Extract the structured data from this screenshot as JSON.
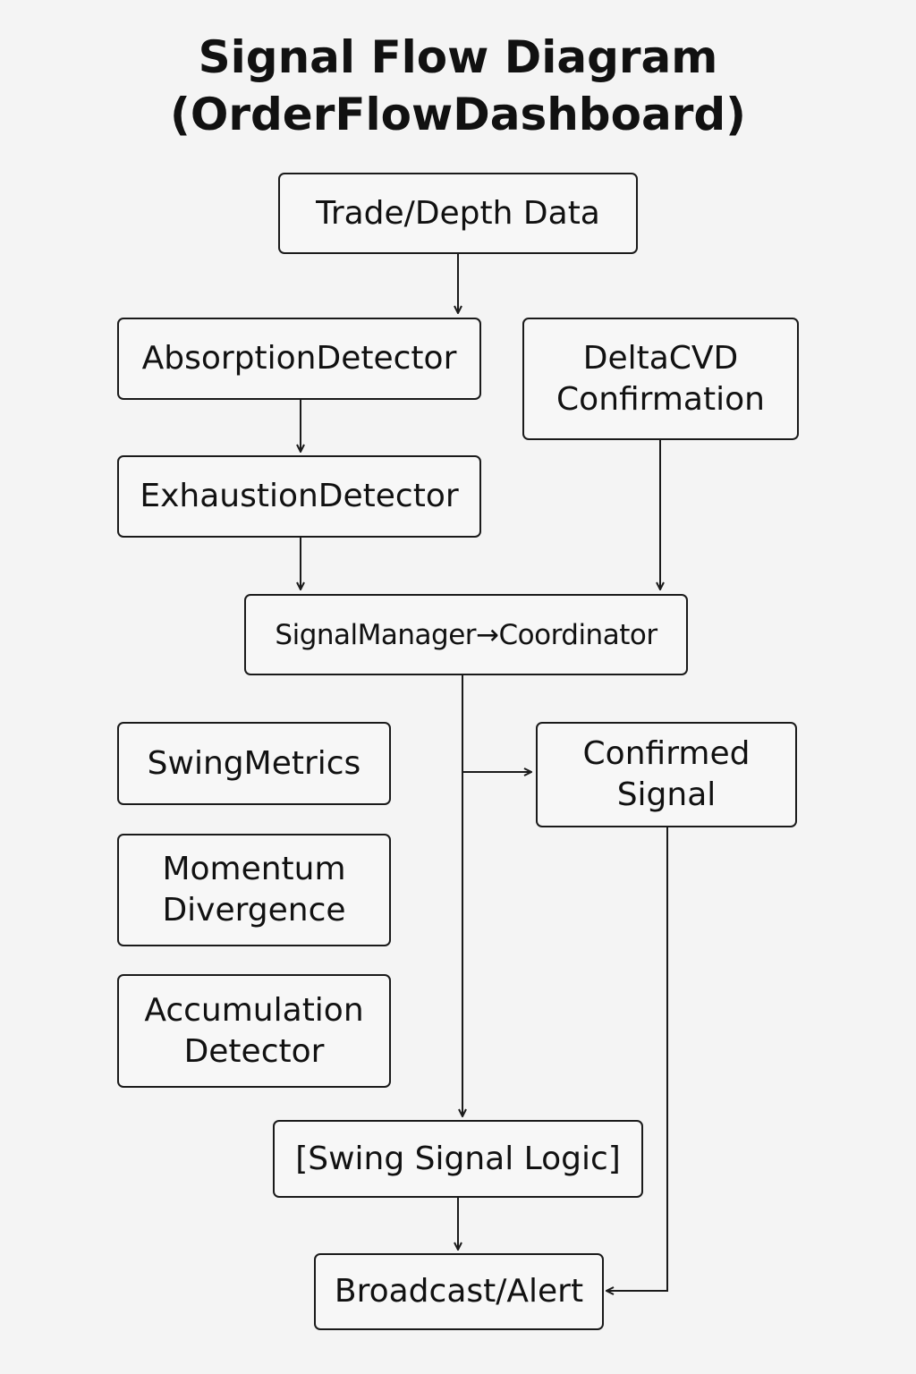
{
  "title": {
    "line1": "Signal Flow Diagram",
    "line2": "(OrderFlowDashboard)"
  },
  "nodes": {
    "trade_depth": {
      "label": "Trade/Depth Data"
    },
    "absorption": {
      "label": "AbsorptionDetector"
    },
    "delta_cvd": {
      "line1": "DeltaCVD",
      "line2": "Confirmation"
    },
    "exhaustion": {
      "label": "ExhaustionDetector"
    },
    "signal_manager": {
      "label": "SignalManager→Coordinator"
    },
    "swing_metrics": {
      "label": "SwingMetrics"
    },
    "confirmed_signal": {
      "line1": "Confirmed",
      "line2": "Signal"
    },
    "momentum_divergence": {
      "line1": "Momentum",
      "line2": "Divergence"
    },
    "accumulation_detector": {
      "line1": "Accumulation",
      "line2": "Detector"
    },
    "swing_signal_logic": {
      "label": "[Swing Signal Logic]"
    },
    "broadcast_alert": {
      "label": "Broadcast/Alert"
    }
  },
  "colors": {
    "background": "#f4f4f4",
    "stroke": "#1a1a1a",
    "text": "#111111"
  }
}
